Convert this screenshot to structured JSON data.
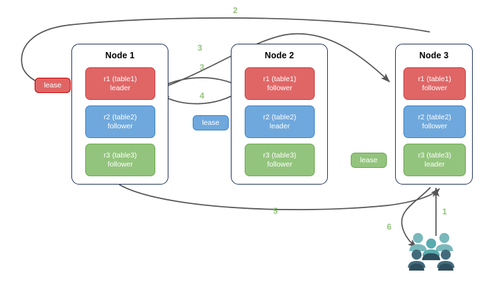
{
  "diagram": {
    "title": "Raft replica lease transfer diagram",
    "colors": {
      "red": "#e06666",
      "red_border": "#cc0000",
      "blue": "#6fa8dc",
      "blue_border": "#3d85c6",
      "green": "#93c47d",
      "green_border": "#6aa84f",
      "node_border": "#24365e",
      "arrow": "#555555",
      "step_label": "#93c47d",
      "people_light": "#7cbbbd",
      "people_dark": "#3c6071",
      "background": "#ffffff"
    }
  },
  "nodes": [
    {
      "title": "Node 1",
      "replicas": [
        {
          "name": "r1 (table1)",
          "role": "leader",
          "color": "red"
        },
        {
          "name": "r2 (table2)",
          "role": "follower",
          "color": "blue"
        },
        {
          "name": "r3 (table3)",
          "role": "follower",
          "color": "green"
        }
      ]
    },
    {
      "title": "Node 2",
      "replicas": [
        {
          "name": "r1 (table1)",
          "role": "follower",
          "color": "red"
        },
        {
          "name": "r2 (table2)",
          "role": "leader",
          "color": "blue"
        },
        {
          "name": "r3 (table3)",
          "role": "follower",
          "color": "green"
        }
      ]
    },
    {
      "title": "Node 3",
      "replicas": [
        {
          "name": "r1 (table1)",
          "role": "follower",
          "color": "red"
        },
        {
          "name": "r2 (table2)",
          "role": "follower",
          "color": "blue"
        },
        {
          "name": "r3 (table3)",
          "role": "leader",
          "color": "green"
        }
      ]
    }
  ],
  "leases": [
    {
      "label": "lease",
      "color": "red"
    },
    {
      "label": "lease",
      "color": "blue"
    },
    {
      "label": "lease",
      "color": "green"
    }
  ],
  "steps": [
    {
      "label": "1"
    },
    {
      "label": "2"
    },
    {
      "label": "3"
    },
    {
      "label": "3"
    },
    {
      "label": "4"
    },
    {
      "label": "5"
    },
    {
      "label": "6"
    }
  ],
  "actors": {
    "users_label": "users-icon",
    "count": 5
  }
}
